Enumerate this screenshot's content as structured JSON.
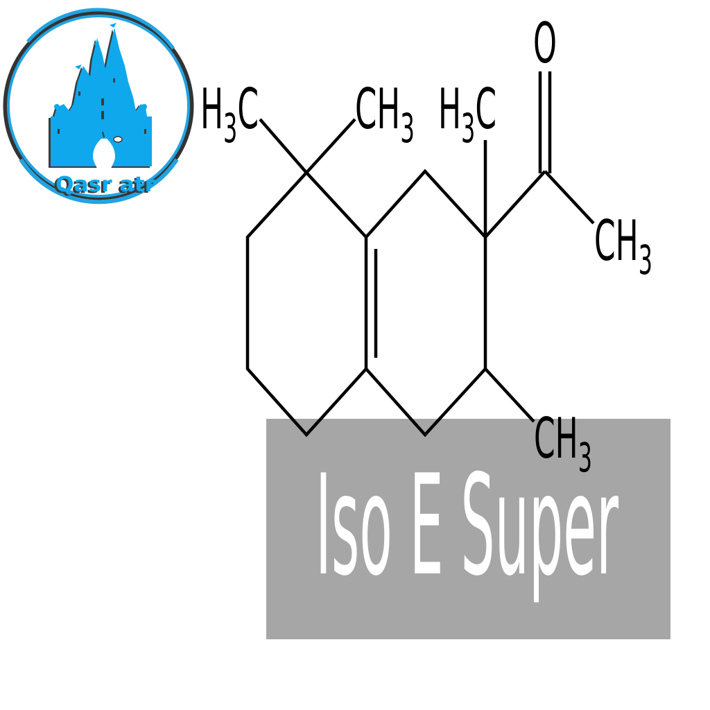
{
  "logo": {
    "brand_text": "Qasr atr",
    "icon": "castle-icon",
    "inner_icon": "perfume-bottle-icon",
    "colors": {
      "primary_blue": "#0fa8ec",
      "shadow": "#3a3a3a",
      "ring_blue": "#23a3e0",
      "ring_dark": "#333333"
    }
  },
  "structure": {
    "title": "Iso E Super",
    "atom_labels": {
      "gem_methyl_left": {
        "main": "H",
        "sub": "3",
        "tail": "C"
      },
      "gem_methyl_right": {
        "main": "CH",
        "sub": "3"
      },
      "quaternary_methyl": {
        "main": "H",
        "sub": "3",
        "tail": "C"
      },
      "carbonyl_oxygen": {
        "main": "O"
      },
      "acetyl_methyl": {
        "main": "CH",
        "sub": "3"
      },
      "ring_methyl": {
        "main": "CH",
        "sub": "3"
      }
    },
    "colors": {
      "bond": "#000000",
      "label_box": "#a6a6a6",
      "title_text": "#ffffff"
    }
  }
}
